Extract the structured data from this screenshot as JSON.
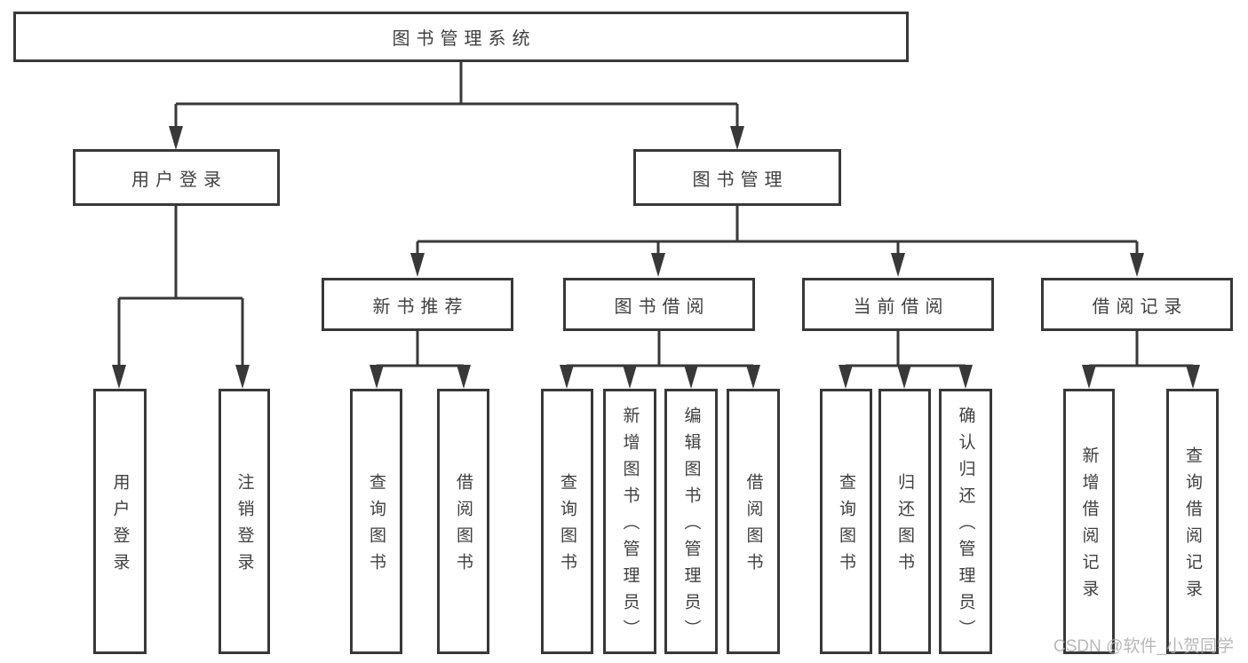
{
  "root": {
    "label": "图书管理系统",
    "children": [
      {
        "label": "用户登录",
        "children": [
          {
            "label": "用户登录"
          },
          {
            "label": "注销登录"
          }
        ]
      },
      {
        "label": "图书管理",
        "children": [
          {
            "label": "新书推荐",
            "children": [
              {
                "label": "查询图书"
              },
              {
                "label": "借阅图书"
              }
            ]
          },
          {
            "label": "图书借阅",
            "children": [
              {
                "label": "查询图书"
              },
              {
                "label": "新增图书（管理员）"
              },
              {
                "label": "编辑图书（管理员）"
              },
              {
                "label": "借阅图书"
              }
            ]
          },
          {
            "label": "当前借阅",
            "children": [
              {
                "label": "查询图书"
              },
              {
                "label": "归还图书"
              },
              {
                "label": "确认归还（管理员）"
              }
            ]
          },
          {
            "label": "借阅记录",
            "children": [
              {
                "label": "新增借阅记录"
              },
              {
                "label": "查询借阅记录"
              }
            ]
          }
        ]
      }
    ]
  },
  "watermark": {
    "text": "CSDN @软件_小贺同学"
  },
  "colors": {
    "line": "#383838",
    "box_border": "#383838",
    "text": "#404040",
    "watermark": "#acacac",
    "background": "#ffffff"
  }
}
